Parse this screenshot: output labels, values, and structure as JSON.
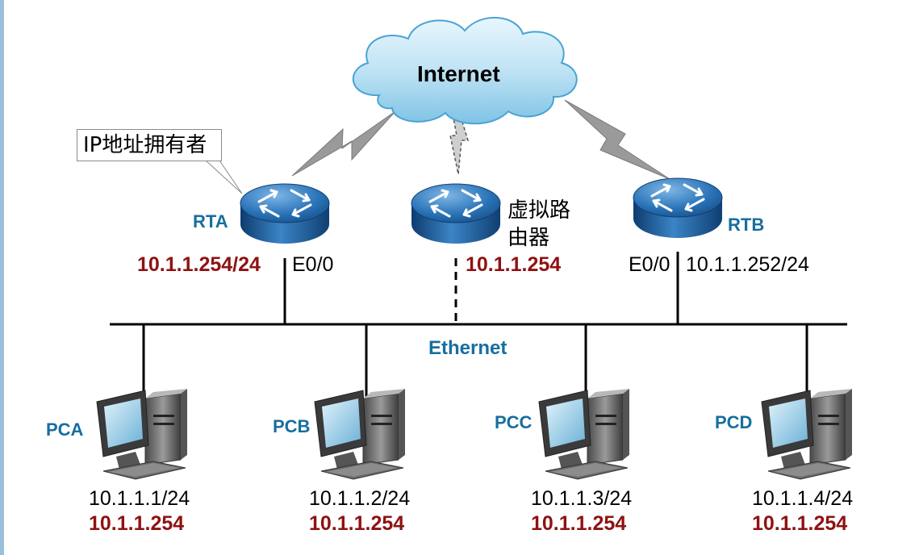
{
  "internet": {
    "label": "Internet"
  },
  "callout": {
    "text": "IP地址拥有者"
  },
  "routers": {
    "rta": {
      "label": "RTA",
      "ip": "10.1.1.254/24",
      "iface": "E0/0"
    },
    "virtual": {
      "label_line1": "虚拟路",
      "label_line2": "由器",
      "ip": "10.1.1.254"
    },
    "rtb": {
      "label": "RTB",
      "iface": "E0/0",
      "ip": "10.1.1.252/24"
    }
  },
  "ethernet": {
    "label": "Ethernet"
  },
  "pcs": [
    {
      "label": "PCA",
      "ip": "10.1.1.1/24",
      "gateway": "10.1.1.254"
    },
    {
      "label": "PCB",
      "ip": "10.1.1.2/24",
      "gateway": "10.1.1.254"
    },
    {
      "label": "PCC",
      "ip": "10.1.1.3/24",
      "gateway": "10.1.1.254"
    },
    {
      "label": "PCD",
      "ip": "10.1.1.4/24",
      "gateway": "10.1.1.254"
    }
  ],
  "colors": {
    "label_blue": "#176ea0",
    "gateway_red": "#8e1212",
    "cloud_fill": "#bfe3f4",
    "router_blue": "#1d67a8",
    "wan_link_gray": "#9a9a9a"
  },
  "icons": {
    "cloud": "cloud-icon",
    "router": "router-icon",
    "pc": "desktop-computer-icon",
    "wan_link": "lightning-link-icon"
  }
}
